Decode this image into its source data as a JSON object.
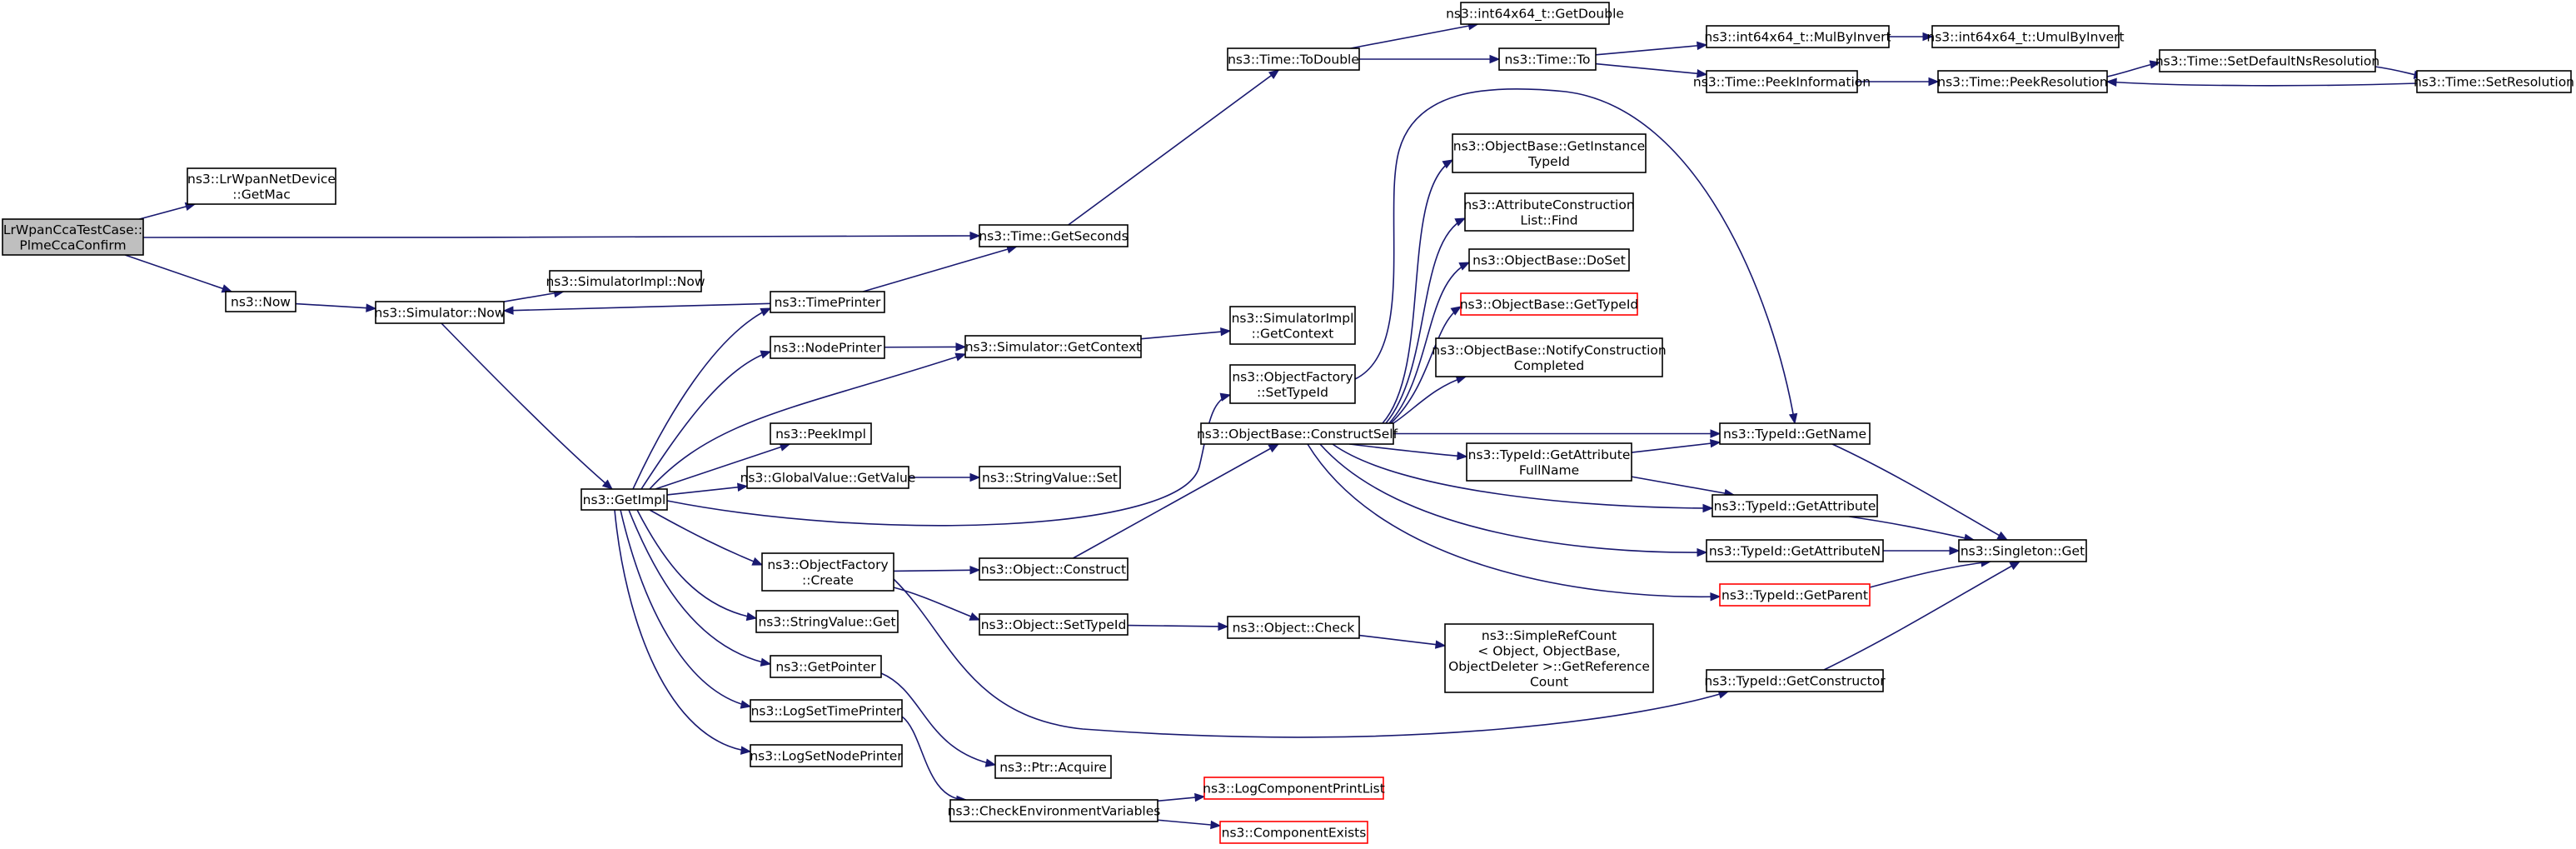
{
  "diagram": {
    "type": "call-graph",
    "colors": {
      "edge": "#191970",
      "root_fill": "#bfbfbf",
      "border": "#000000",
      "truncated_border": "#ff0000"
    },
    "nodes": [
      {
        "id": "root",
        "lines": [
          "LrWpanCcaTestCase::",
          "PlmeCcaConfirm"
        ],
        "root": true
      },
      {
        "id": "getMac",
        "lines": [
          "ns3::LrWpanNetDevice",
          "::GetMac"
        ]
      },
      {
        "id": "now",
        "lines": [
          "ns3::Now"
        ]
      },
      {
        "id": "simNow",
        "lines": [
          "ns3::Simulator::Now"
        ]
      },
      {
        "id": "simImplNow",
        "lines": [
          "ns3::SimulatorImpl::Now"
        ]
      },
      {
        "id": "getImpl",
        "lines": [
          "ns3::GetImpl"
        ]
      },
      {
        "id": "timePrinter",
        "lines": [
          "ns3::TimePrinter"
        ]
      },
      {
        "id": "nodePrinter",
        "lines": [
          "ns3::NodePrinter"
        ]
      },
      {
        "id": "peekImpl",
        "lines": [
          "ns3::PeekImpl"
        ]
      },
      {
        "id": "gvGetValue",
        "lines": [
          "ns3::GlobalValue::GetValue"
        ]
      },
      {
        "id": "ofCreate",
        "lines": [
          "ns3::ObjectFactory",
          "::Create"
        ]
      },
      {
        "id": "svGet",
        "lines": [
          "ns3::StringValue::Get"
        ]
      },
      {
        "id": "getPointer",
        "lines": [
          "ns3::GetPointer"
        ]
      },
      {
        "id": "logSetTime",
        "lines": [
          "ns3::LogSetTimePrinter"
        ]
      },
      {
        "id": "logSetNode",
        "lines": [
          "ns3::LogSetNodePrinter"
        ]
      },
      {
        "id": "getSeconds",
        "lines": [
          "ns3::Time::GetSeconds"
        ]
      },
      {
        "id": "simGetContext",
        "lines": [
          "ns3::Simulator::GetContext"
        ]
      },
      {
        "id": "svSet",
        "lines": [
          "ns3::StringValue::Set"
        ]
      },
      {
        "id": "objConstruct",
        "lines": [
          "ns3::Object::Construct"
        ]
      },
      {
        "id": "objSetTypeId",
        "lines": [
          "ns3::Object::SetTypeId"
        ]
      },
      {
        "id": "ptrAcquire",
        "lines": [
          "ns3::Ptr::Acquire"
        ]
      },
      {
        "id": "checkEnv",
        "lines": [
          "ns3::CheckEnvironmentVariables"
        ]
      },
      {
        "id": "toDouble",
        "lines": [
          "ns3::Time::ToDouble"
        ]
      },
      {
        "id": "simImplGetContext",
        "lines": [
          "ns3::SimulatorImpl",
          "::GetContext"
        ]
      },
      {
        "id": "ofSetTypeId",
        "lines": [
          "ns3::ObjectFactory",
          "::SetTypeId"
        ]
      },
      {
        "id": "obConstructSelf",
        "lines": [
          "ns3::ObjectBase::ConstructSelf"
        ]
      },
      {
        "id": "objCheck",
        "lines": [
          "ns3::Object::Check"
        ]
      },
      {
        "id": "logCompPrintList",
        "lines": [
          "ns3::LogComponentPrintList"
        ],
        "truncated": true
      },
      {
        "id": "compExists",
        "lines": [
          "ns3::ComponentExists"
        ],
        "truncated": true
      },
      {
        "id": "getDouble",
        "lines": [
          "ns3::int64x64_t::GetDouble"
        ]
      },
      {
        "id": "timeTo",
        "lines": [
          "ns3::Time::To"
        ]
      },
      {
        "id": "getInstanceTypeId",
        "lines": [
          "ns3::ObjectBase::GetInstance",
          "TypeId"
        ]
      },
      {
        "id": "aclFind",
        "lines": [
          "ns3::AttributeConstruction",
          "List::Find"
        ]
      },
      {
        "id": "doSet",
        "lines": [
          "ns3::ObjectBase::DoSet"
        ]
      },
      {
        "id": "obGetTypeId",
        "lines": [
          "ns3::ObjectBase::GetTypeId"
        ],
        "truncated": true
      },
      {
        "id": "notifyConstruction",
        "lines": [
          "ns3::ObjectBase::NotifyConstruction",
          "Completed"
        ]
      },
      {
        "id": "srcGetRefCount",
        "lines": [
          "ns3::SimpleRefCount",
          "< Object, ObjectBase,",
          "ObjectDeleter >::GetReference",
          "Count"
        ]
      },
      {
        "id": "mulByInvert",
        "lines": [
          "ns3::int64x64_t::MulByInvert"
        ]
      },
      {
        "id": "peekInfo",
        "lines": [
          "ns3::Time::PeekInformation"
        ]
      },
      {
        "id": "tidGetName",
        "lines": [
          "ns3::TypeId::GetName"
        ]
      },
      {
        "id": "tidGetAttrFullName",
        "lines": [
          "ns3::TypeId::GetAttribute",
          "FullName"
        ]
      },
      {
        "id": "tidGetAttribute",
        "lines": [
          "ns3::TypeId::GetAttribute"
        ]
      },
      {
        "id": "tidGetAttributeN",
        "lines": [
          "ns3::TypeId::GetAttributeN"
        ]
      },
      {
        "id": "tidGetParent",
        "lines": [
          "ns3::TypeId::GetParent"
        ],
        "truncated": true
      },
      {
        "id": "tidGetConstructor",
        "lines": [
          "ns3::TypeId::GetConstructor"
        ]
      },
      {
        "id": "umulByInvert",
        "lines": [
          "ns3::int64x64_t::UmulByInvert"
        ]
      },
      {
        "id": "peekResolution",
        "lines": [
          "ns3::Time::PeekResolution"
        ]
      },
      {
        "id": "singletonGet",
        "lines": [
          "ns3::Singleton::Get"
        ]
      },
      {
        "id": "setDefaultNsRes",
        "lines": [
          "ns3::Time::SetDefaultNsResolution"
        ]
      },
      {
        "id": "setResolution",
        "lines": [
          "ns3::Time::SetResolution"
        ]
      }
    ],
    "edges": [
      {
        "from": "root",
        "to": "getMac"
      },
      {
        "from": "root",
        "to": "getSeconds"
      },
      {
        "from": "root",
        "to": "now"
      },
      {
        "from": "now",
        "to": "simNow"
      },
      {
        "from": "simNow",
        "to": "simImplNow"
      },
      {
        "from": "simNow",
        "to": "getImpl"
      },
      {
        "from": "timePrinter",
        "to": "simNow"
      },
      {
        "from": "timePrinter",
        "to": "getSeconds"
      },
      {
        "from": "nodePrinter",
        "to": "simGetContext"
      },
      {
        "from": "getSeconds",
        "to": "toDouble"
      },
      {
        "from": "getImpl",
        "to": "timePrinter"
      },
      {
        "from": "getImpl",
        "to": "nodePrinter"
      },
      {
        "from": "getImpl",
        "to": "simGetContext"
      },
      {
        "from": "getImpl",
        "to": "peekImpl"
      },
      {
        "from": "getImpl",
        "to": "gvGetValue"
      },
      {
        "from": "getImpl",
        "to": "ofSetTypeId"
      },
      {
        "from": "getImpl",
        "to": "ofCreate"
      },
      {
        "from": "getImpl",
        "to": "svGet"
      },
      {
        "from": "getImpl",
        "to": "getPointer"
      },
      {
        "from": "getImpl",
        "to": "logSetTime"
      },
      {
        "from": "getImpl",
        "to": "logSetNode"
      },
      {
        "from": "simGetContext",
        "to": "simImplGetContext"
      },
      {
        "from": "gvGetValue",
        "to": "svSet"
      },
      {
        "from": "ofCreate",
        "to": "objConstruct"
      },
      {
        "from": "ofCreate",
        "to": "objSetTypeId"
      },
      {
        "from": "ofCreate",
        "to": "tidGetConstructor"
      },
      {
        "from": "objConstruct",
        "to": "obConstructSelf"
      },
      {
        "from": "objSetTypeId",
        "to": "objCheck"
      },
      {
        "from": "objCheck",
        "to": "srcGetRefCount"
      },
      {
        "from": "getPointer",
        "to": "ptrAcquire"
      },
      {
        "from": "logSetTime",
        "to": "checkEnv"
      },
      {
        "from": "checkEnv",
        "to": "logCompPrintList"
      },
      {
        "from": "checkEnv",
        "to": "compExists"
      },
      {
        "from": "ofSetTypeId",
        "to": "tidGetName"
      },
      {
        "from": "toDouble",
        "to": "getDouble"
      },
      {
        "from": "toDouble",
        "to": "timeTo"
      },
      {
        "from": "timeTo",
        "to": "mulByInvert"
      },
      {
        "from": "timeTo",
        "to": "peekInfo"
      },
      {
        "from": "mulByInvert",
        "to": "umulByInvert"
      },
      {
        "from": "peekInfo",
        "to": "peekResolution"
      },
      {
        "from": "peekResolution",
        "to": "setDefaultNsRes"
      },
      {
        "from": "setDefaultNsRes",
        "to": "setResolution"
      },
      {
        "from": "setResolution",
        "to": "peekResolution"
      },
      {
        "from": "obConstructSelf",
        "to": "getInstanceTypeId"
      },
      {
        "from": "obConstructSelf",
        "to": "aclFind"
      },
      {
        "from": "obConstructSelf",
        "to": "doSet"
      },
      {
        "from": "obConstructSelf",
        "to": "obGetTypeId"
      },
      {
        "from": "obConstructSelf",
        "to": "notifyConstruction"
      },
      {
        "from": "obConstructSelf",
        "to": "tidGetName"
      },
      {
        "from": "obConstructSelf",
        "to": "tidGetAttrFullName"
      },
      {
        "from": "obConstructSelf",
        "to": "tidGetAttribute"
      },
      {
        "from": "obConstructSelf",
        "to": "tidGetAttributeN"
      },
      {
        "from": "obConstructSelf",
        "to": "tidGetParent"
      },
      {
        "from": "tidGetAttrFullName",
        "to": "tidGetName"
      },
      {
        "from": "tidGetAttrFullName",
        "to": "tidGetAttribute"
      },
      {
        "from": "tidGetName",
        "to": "singletonGet"
      },
      {
        "from": "tidGetAttribute",
        "to": "singletonGet"
      },
      {
        "from": "tidGetAttributeN",
        "to": "singletonGet"
      },
      {
        "from": "tidGetParent",
        "to": "singletonGet"
      },
      {
        "from": "tidGetConstructor",
        "to": "singletonGet"
      }
    ]
  }
}
